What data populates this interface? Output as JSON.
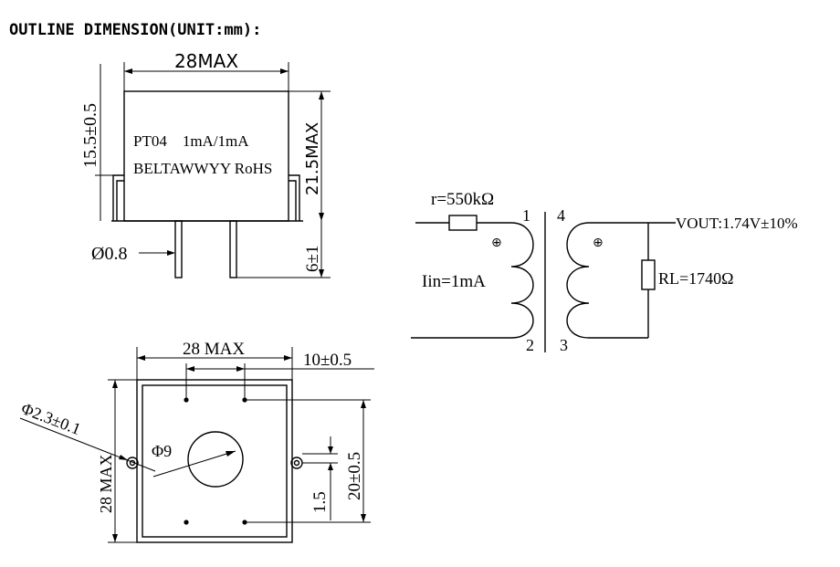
{
  "title": "OUTLINE DIMENSION(UNIT:mm):",
  "side_view": {
    "width_dim": "28MAX",
    "body_height_dim": "15.5±0.5",
    "total_height_dim": "21.5MAX",
    "pin_length_dim": "6±1",
    "pin_diameter": "Ø0.8",
    "marking_line1": "PT04    1mA/1mA",
    "marking_line2": "BELTAWWYY RoHS"
  },
  "bottom_view": {
    "width_dim": "28 MAX",
    "pin_spacing_dim": "10±0.5",
    "height_dim": "28 MAX",
    "mount_hole_dim": "Φ2.3±0.1",
    "hole_dim": "Φ9",
    "pin_row_dim": "20±0.5",
    "offset_dim": "1.5"
  },
  "schematic": {
    "resistor_r": "r=550kΩ",
    "input_current": "Iin=1mA",
    "load_resistor": "RL=1740Ω",
    "output_voltage": "VOUT:1.74V±10%",
    "pin1": "1",
    "pin2": "2",
    "pin3": "3",
    "pin4": "4"
  }
}
